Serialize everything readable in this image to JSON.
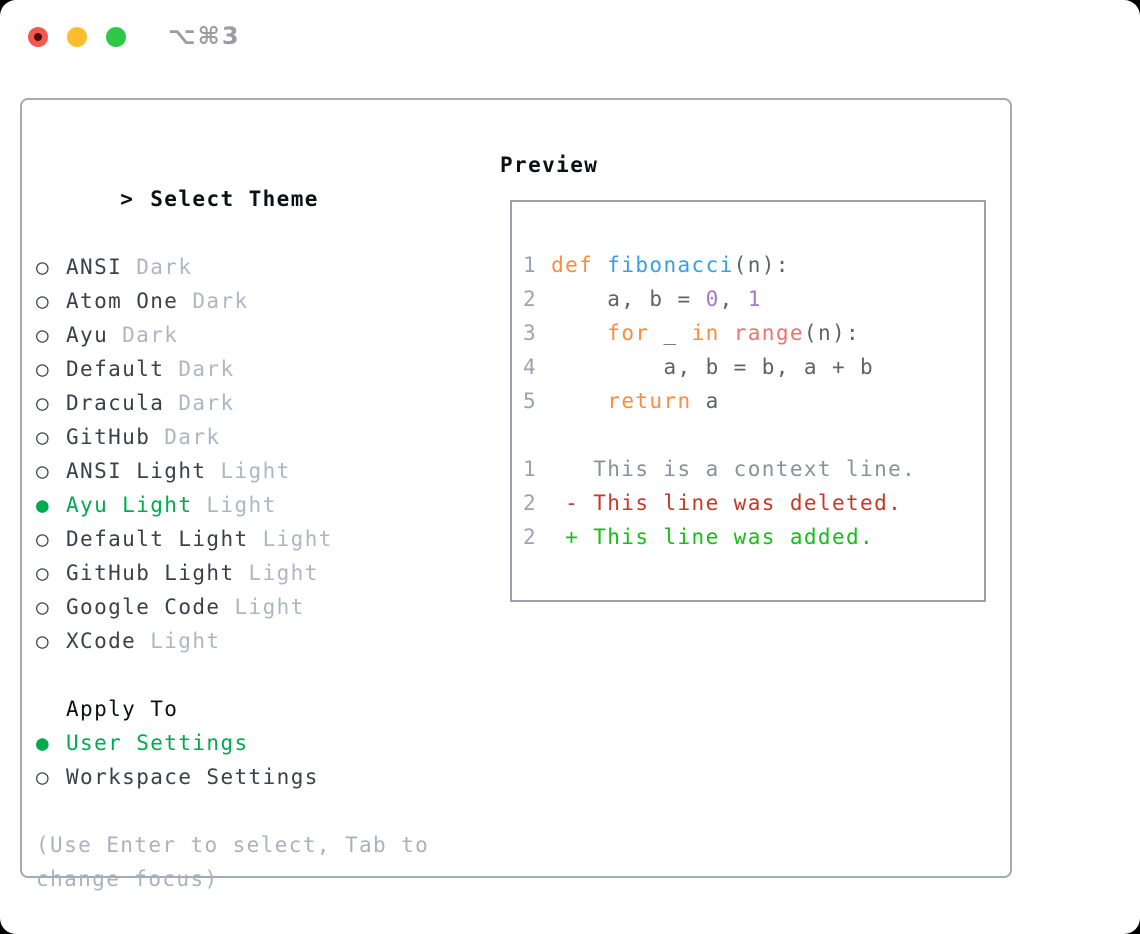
{
  "window": {
    "title": "⌥⌘3"
  },
  "icons": {
    "cursor": ">",
    "radio_off": "○",
    "radio_on": "●"
  },
  "theme_list": {
    "header": "Select Theme",
    "items": [
      {
        "name": "ANSI",
        "variant": "Dark",
        "selected": false
      },
      {
        "name": "Atom One",
        "variant": "Dark",
        "selected": false
      },
      {
        "name": "Ayu",
        "variant": "Dark",
        "selected": false
      },
      {
        "name": "Default",
        "variant": "Dark",
        "selected": false
      },
      {
        "name": "Dracula",
        "variant": "Dark",
        "selected": false
      },
      {
        "name": "GitHub",
        "variant": "Dark",
        "selected": false
      },
      {
        "name": "ANSI Light",
        "variant": "Light",
        "selected": false
      },
      {
        "name": "Ayu Light",
        "variant": "Light",
        "selected": true
      },
      {
        "name": "Default Light",
        "variant": "Light",
        "selected": false
      },
      {
        "name": "GitHub Light",
        "variant": "Light",
        "selected": false
      },
      {
        "name": "Google Code",
        "variant": "Light",
        "selected": false
      },
      {
        "name": "XCode",
        "variant": "Light",
        "selected": false
      }
    ]
  },
  "apply_to": {
    "header": "Apply To",
    "options": [
      {
        "label": "User Settings",
        "selected": true
      },
      {
        "label": "Workspace Settings",
        "selected": false
      }
    ]
  },
  "hint_lines": [
    "(Use Enter to select, Tab to",
    "change focus)"
  ],
  "preview": {
    "header": "Preview",
    "lines": [
      [
        [
          "gutter",
          "1 "
        ],
        [
          "kw",
          "def "
        ],
        [
          "fn",
          "fibonacci"
        ],
        [
          "fg",
          "(n):"
        ]
      ],
      [
        [
          "gutter",
          "2 "
        ],
        [
          "fg",
          "    a, b = "
        ],
        [
          "num",
          "0"
        ],
        [
          "fg",
          ", "
        ],
        [
          "num",
          "1"
        ]
      ],
      [
        [
          "gutter",
          "3 "
        ],
        [
          "fg",
          "    "
        ],
        [
          "kw",
          "for"
        ],
        [
          "fg",
          " _ "
        ],
        [
          "kw",
          "in"
        ],
        [
          "fg",
          " "
        ],
        [
          "sp",
          "range"
        ],
        [
          "fg",
          "(n):"
        ]
      ],
      [
        [
          "gutter",
          "4 "
        ],
        [
          "fg",
          "        a, b = b, a + b"
        ]
      ],
      [
        [
          "gutter",
          "5 "
        ],
        [
          "fg",
          "    "
        ],
        [
          "kw",
          "return"
        ],
        [
          "fg",
          " a"
        ]
      ],
      [],
      [
        [
          "gutter",
          "1"
        ],
        [
          "ctx",
          "    This is a context line."
        ]
      ],
      [
        [
          "gutter",
          "2"
        ],
        [
          "del",
          "  - This line was deleted."
        ]
      ],
      [
        [
          "gutter",
          "2"
        ],
        [
          "add",
          "  + This line was added."
        ]
      ]
    ]
  },
  "colors": {
    "light_red": "#f4574e",
    "light_red_dot": "#46120f",
    "light_yellow": "#fdbd2e",
    "light_green": "#2ec748",
    "title": "#9b9ba2",
    "panel_border": "#a2abb6",
    "box_border": "#98a2ae",
    "header": "#0c1014",
    "item": "#3a414b",
    "variant": "#adb7c2",
    "hint": "#a9b2bd",
    "sel_green": "#00ab4e",
    "gutter": "#9aa4b1",
    "kw": "#fa8d3e",
    "fn": "#399ee6",
    "fg": "#5d6369",
    "num": "#a37acc",
    "sp": "#f07171",
    "ctx": "#8a9199",
    "del": "#c43a28",
    "add": "#17bd17"
  }
}
